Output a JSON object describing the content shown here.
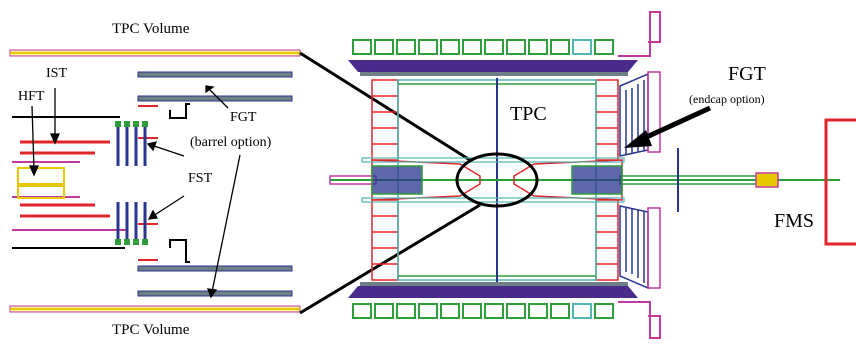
{
  "labels": {
    "tpc_volume_top": "TPC Volume",
    "tpc_volume_bottom": "TPC Volume",
    "ist": "IST",
    "hft": "HFT",
    "fst": "FST",
    "fgt_barrel_name": "FGT",
    "fgt_barrel_option": "(barrel option)",
    "tpc": "TPC",
    "fgt_endcap_name": "FGT",
    "fgt_endcap_option": "(endcap option)",
    "fms": "FMS"
  },
  "colors": {
    "black": "#000000",
    "red": "#e0262b",
    "blue": "#2a3590",
    "green": "#2e9e3a",
    "magenta": "#c23aa0",
    "yellow": "#e8c800",
    "purple": "#4a2a8a",
    "gray": "#6f7f86",
    "teal": "#4fb5b5",
    "olive": "#808000"
  }
}
